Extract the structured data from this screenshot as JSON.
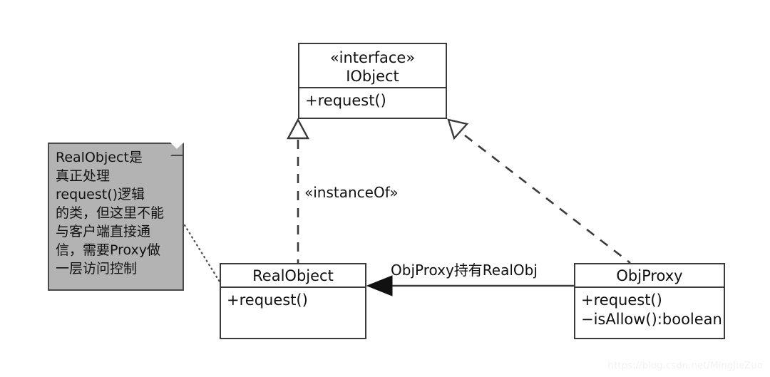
{
  "diagram": {
    "title": "Proxy pattern UML class diagram",
    "background": "#ffffff",
    "line_color": "#3b3b3b",
    "note_fill": "#b3b3b3",
    "text_color": "#111111"
  },
  "classes": {
    "interface": {
      "stereotype": "«interface»",
      "name": "IObject",
      "members": [
        "+request()"
      ]
    },
    "real_object": {
      "name": "RealObject",
      "members": [
        "+request()"
      ]
    },
    "proxy": {
      "name": "ObjProxy",
      "members": [
        "+request()",
        "−isAllow():boolean"
      ]
    }
  },
  "note": {
    "lines": [
      "RealObject是",
      "真正处理",
      "request()逻辑",
      "的类，但这里不能",
      "与客户端直接通",
      "信，需要Proxy做",
      "一层访问控制"
    ]
  },
  "edges": {
    "instance_of_label": "«instanceOf»",
    "association_label": "ObjProxy持有RealObj"
  },
  "watermark": {
    "text": "https://blog.csdn.net/MingJieZuo"
  }
}
